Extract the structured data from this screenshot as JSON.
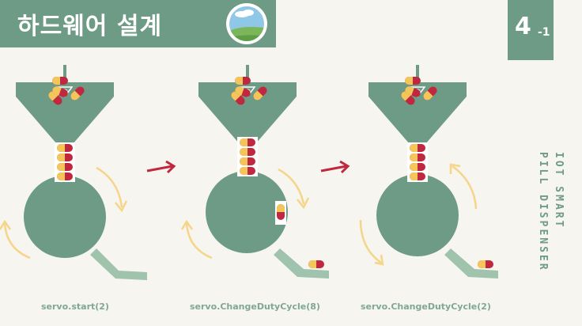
{
  "header": {
    "title": "하드웨어 설계",
    "icon": "landscape-icon"
  },
  "section": {
    "number": "4",
    "sub": "-1"
  },
  "side_label": {
    "line1": "IOT SMART",
    "line2": "PILL DISPENSER"
  },
  "stages": [
    {
      "caption": "servo.start(2)"
    },
    {
      "caption": "servo.ChangeDutyCycle(8)"
    },
    {
      "caption": "servo.ChangeDutyCycle(2)"
    }
  ],
  "colors": {
    "accent": "#6e9b86",
    "chute": "#9fc3ad",
    "arrow_red": "#c0283f",
    "pill_red": "#c0283f",
    "pill_yellow": "#f4c65a",
    "rotation_arrow": "#f6d58a",
    "background": "#f7f5ef"
  }
}
